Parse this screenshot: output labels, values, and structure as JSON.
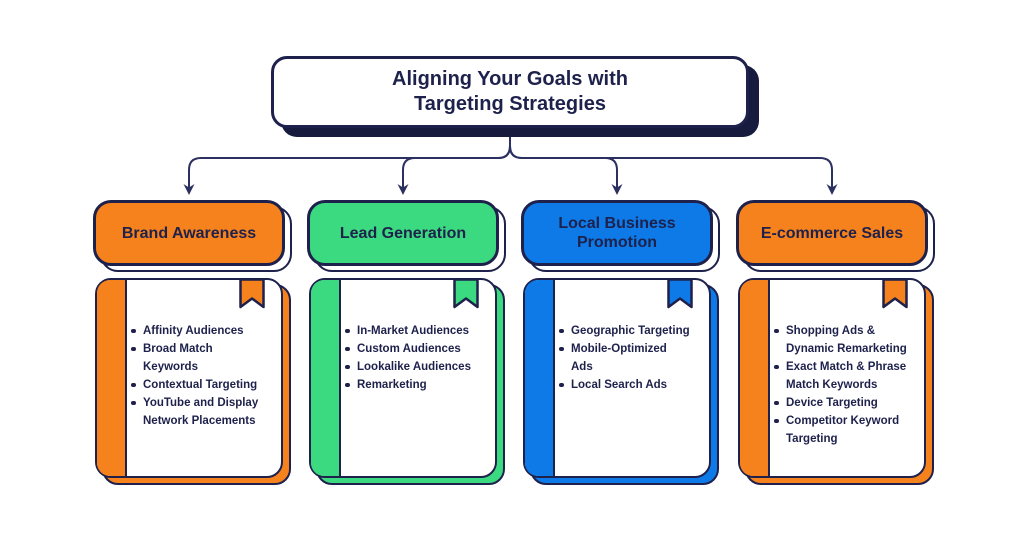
{
  "title": {
    "line1": "Aligning Your Goals with",
    "line2": "Targeting Strategies"
  },
  "colors": {
    "navy": "#1d214b",
    "orange": "#f6821d",
    "green": "#3bd980",
    "blue": "#0e7ae8",
    "background": "#ffffff",
    "connector": "#2b3060"
  },
  "groups": [
    {
      "label": "Brand Awareness",
      "color": "#f6821d",
      "items": [
        "Affinity Audiences",
        "Broad Match\nKeywords",
        "Contextual Targeting",
        "YouTube and Display\nNetwork Placements"
      ]
    },
    {
      "label": "Lead Generation",
      "color": "#3bd980",
      "items": [
        "In-Market Audiences",
        "Custom Audiences",
        "Lookalike Audiences",
        "Remarketing"
      ]
    },
    {
      "label": "Local Business\nPromotion",
      "color": "#0e7ae8",
      "items": [
        "Geographic Targeting",
        "Mobile-Optimized\nAds",
        "Local Search Ads"
      ]
    },
    {
      "label": "E-commerce Sales",
      "color": "#f6821d",
      "items": [
        "Shopping Ads &\nDynamic Remarketing",
        "Exact Match & Phrase\nMatch Keywords",
        "Device Targeting",
        "Competitor Keyword\nTargeting"
      ]
    }
  ]
}
